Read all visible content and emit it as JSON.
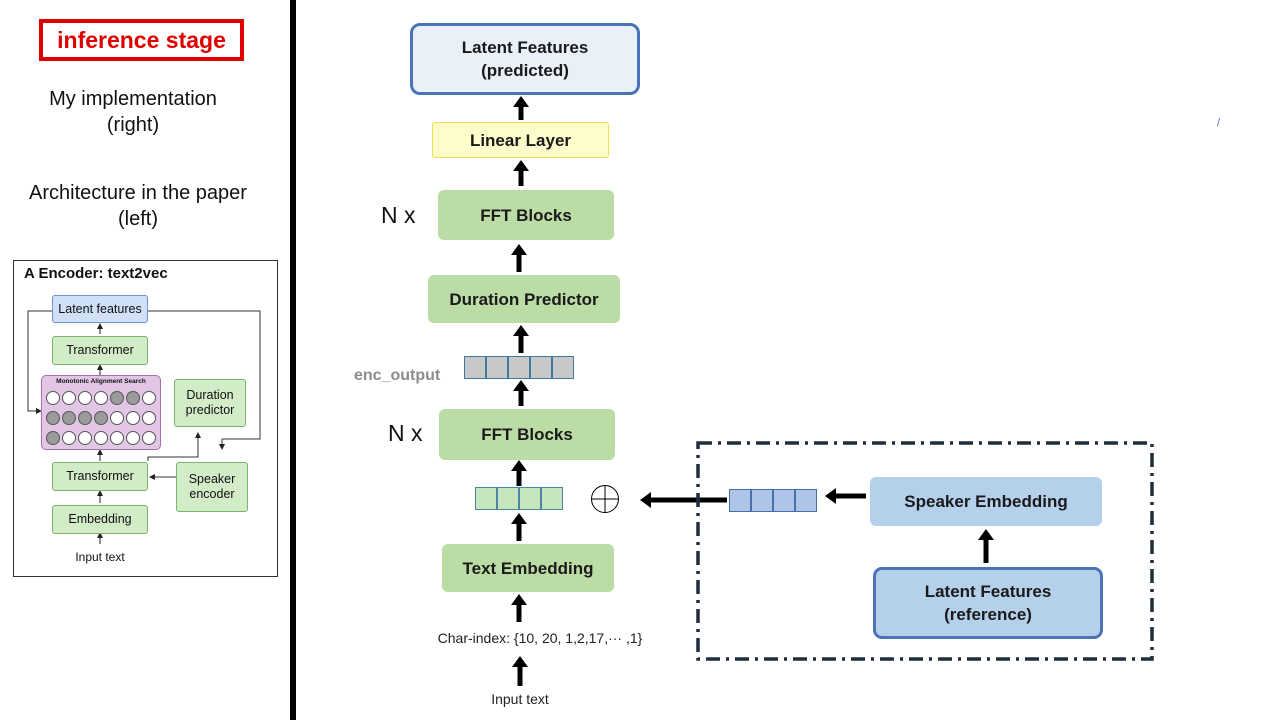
{
  "left_panel": {
    "stage_badge": "inference stage",
    "my_implementation": "My implementation\n(right)",
    "architecture_in_paper": "Architecture in the paper\n(left)"
  },
  "paper_figure": {
    "title": "A Encoder: text2vec",
    "latent_features": "Latent features",
    "transformer_top": "Transformer",
    "mas_title": "Monotonic Alignment Search",
    "duration_predictor": "Duration\npredictor",
    "transformer_bottom": "Transformer",
    "speaker_encoder": "Speaker\nencoder",
    "embedding": "Embedding",
    "input_text": "Input text",
    "alignment_grid": [
      [
        0,
        0,
        0,
        0,
        1,
        1,
        0
      ],
      [
        1,
        1,
        1,
        1,
        0,
        0,
        0
      ],
      [
        1,
        0,
        0,
        0,
        0,
        0,
        0
      ]
    ]
  },
  "main_diagram": {
    "latent_predicted": "Latent Features\n(predicted)",
    "linear_layer": "Linear Layer",
    "fft_blocks_top": "FFT Blocks",
    "nx_top": "N x",
    "duration_predictor": "Duration Predictor",
    "enc_output": "enc_output",
    "fft_blocks_bottom": "FFT Blocks",
    "nx_bottom": "N x",
    "text_embedding": "Text Embedding",
    "char_index": "Char-index: {10, 20, 1,2,17,··· ,1}",
    "input_text": "Input text",
    "speaker_embedding": "Speaker Embedding",
    "latent_reference": "Latent Features\n(reference)"
  },
  "colors": {
    "badge_red": "#e00000",
    "block_green": "#bcdca6",
    "linear_yellow": "#fffccc",
    "latent_blue_border": "#4b73b7",
    "speaker_blue": "#b4d0ea",
    "enc_label_gray": "#8c8c8c"
  }
}
